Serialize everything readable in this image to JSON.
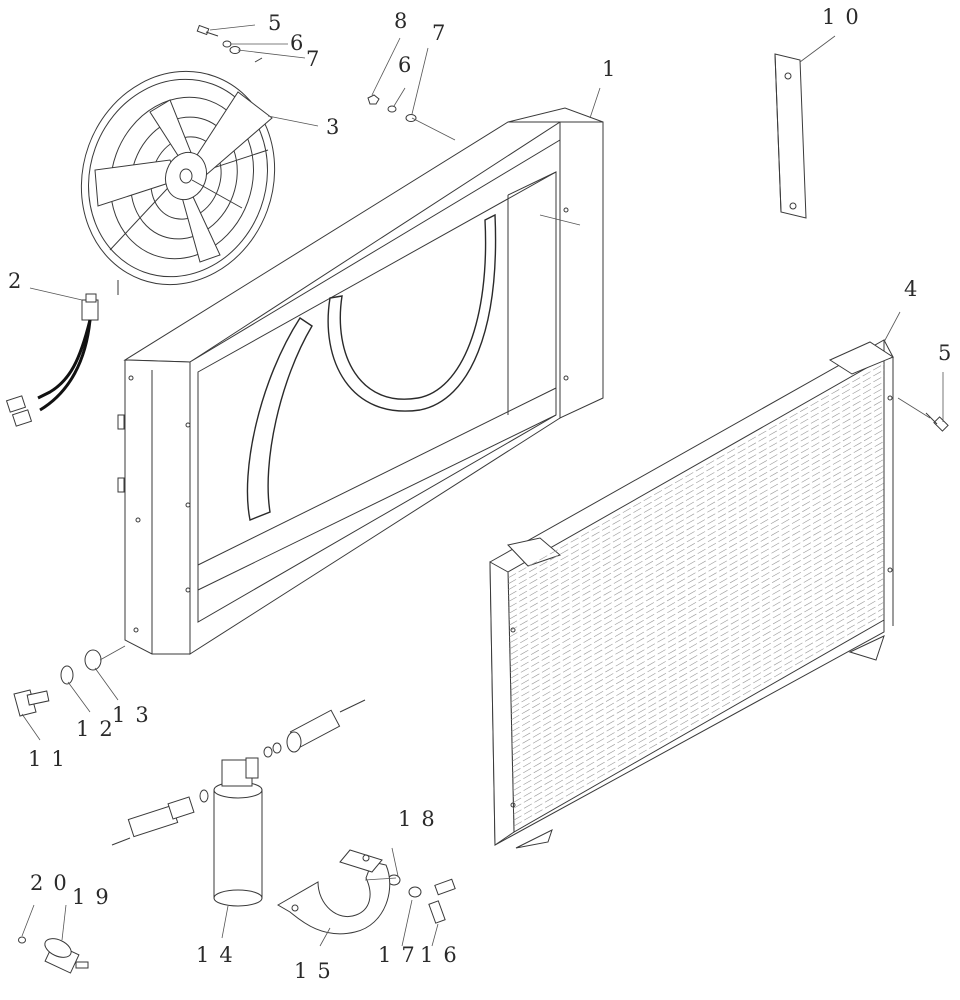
{
  "callouts": [
    "1",
    "2",
    "3",
    "4",
    "5",
    "5",
    "6",
    "6",
    "7",
    "7",
    "8",
    "10",
    "11",
    "12",
    "13",
    "14",
    "15",
    "16",
    "17",
    "18",
    "19",
    "20"
  ],
  "palette": {
    "ink": "#2a2a2a",
    "paper": "#ffffff",
    "fin": "#9a9a9a",
    "wire": "#111111"
  }
}
